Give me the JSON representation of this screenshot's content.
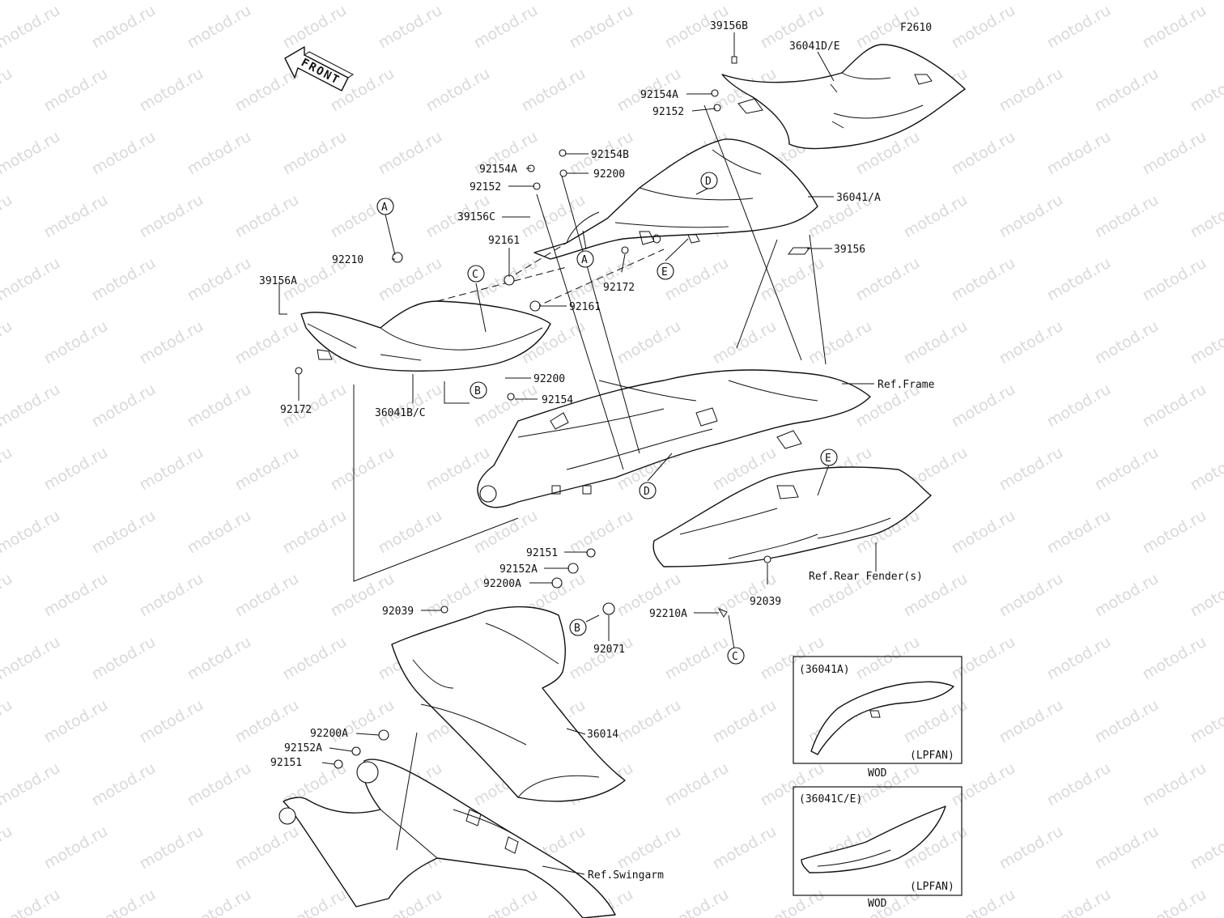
{
  "figure_code": "F2610",
  "front_label": "FRONT",
  "watermark": "motod.ru",
  "parts": {
    "p39156B": "39156B",
    "p36041DE": "36041D/E",
    "p92154A_top": "92154A",
    "p92152_top": "92152",
    "p92154B": "92154B",
    "p92154A": "92154A",
    "p92200_top": "92200",
    "p92152": "92152",
    "p36041A": "36041/A",
    "p39156C": "39156C",
    "p39156": "39156",
    "p92161_a": "92161",
    "p92210": "92210",
    "p92172_r": "92172",
    "p39156A": "39156A",
    "p92161_b": "92161",
    "p92200_mid": "92200",
    "p92154": "92154",
    "p92172_l": "92172",
    "p36041BC": "36041B/C",
    "ref_frame": "Ref.Frame",
    "p92151_mid": "92151",
    "p92152A_mid": "92152A",
    "p92200A_mid": "92200A",
    "p92039_l": "92039",
    "p92039_r": "92039",
    "ref_rear_fender": "Ref.Rear Fender(s)",
    "p92210A": "92210A",
    "p92071": "92071",
    "p36014": "36014",
    "p92200A_low": "92200A",
    "p92152A_low": "92152A",
    "p92151_low": "92151",
    "ref_swingarm": "Ref.Swingarm"
  },
  "callouts": {
    "A1": "A",
    "A2": "A",
    "B1": "B",
    "B2": "B",
    "C1": "C",
    "C2": "C",
    "D1": "D",
    "D2": "D",
    "E1": "E",
    "E2": "E"
  },
  "inset_top": {
    "title": "(36041A)",
    "variant": "(LPFAN)",
    "color": "WOD"
  },
  "inset_bottom": {
    "title": "(36041C/E)",
    "variant": "(LPFAN)",
    "color": "WOD"
  }
}
